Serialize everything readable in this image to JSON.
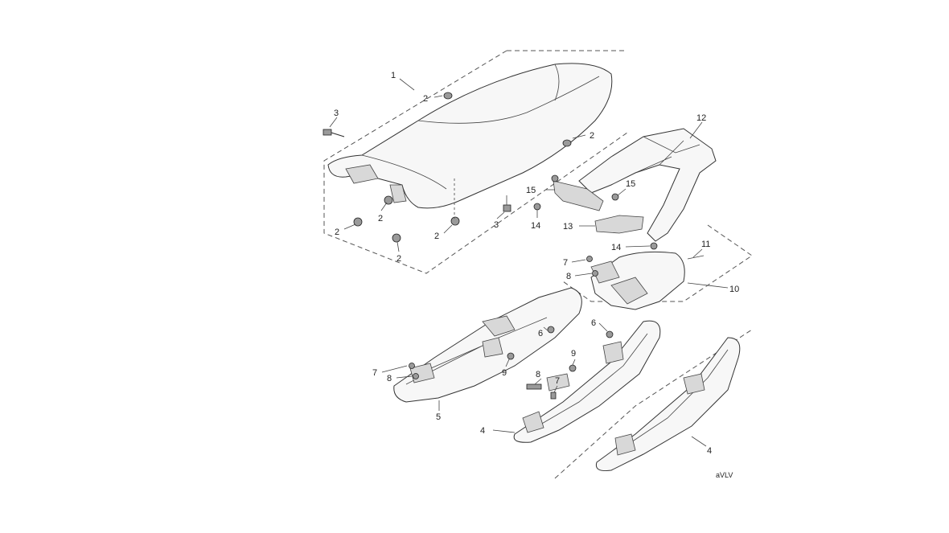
{
  "callouts": {
    "c1": "1",
    "c2a": "2",
    "c2b": "2",
    "c2c": "2",
    "c2d": "2",
    "c2e": "2",
    "c2f": "2",
    "c3a": "3",
    "c3b": "3",
    "c4a": "4",
    "c4b": "4",
    "c5": "5",
    "c6a": "6",
    "c6b": "6",
    "c7a": "7",
    "c7b": "7",
    "c7c": "7",
    "c8a": "8",
    "c8b": "8",
    "c8c": "8",
    "c9a": "9",
    "c9b": "9",
    "c10": "10",
    "c11": "11",
    "c12": "12",
    "c13": "13",
    "c14a": "14",
    "c14b": "14",
    "c15a": "15",
    "c15b": "15"
  },
  "stamp": "aVLV"
}
